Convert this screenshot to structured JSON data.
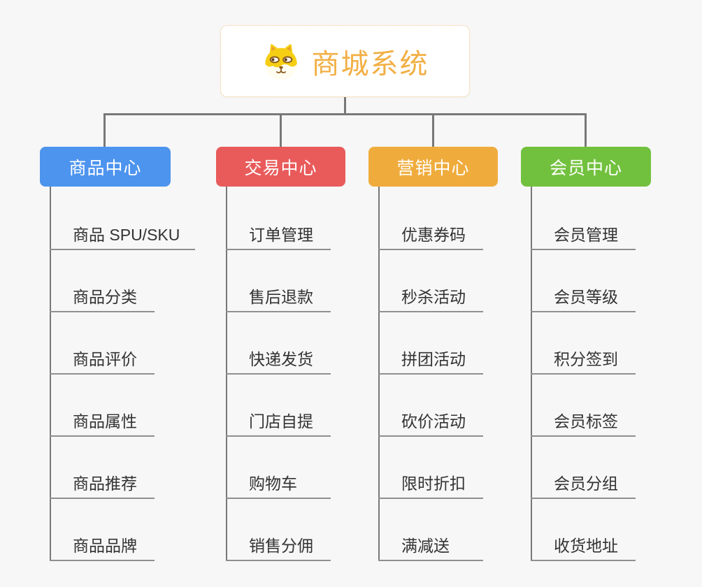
{
  "root": {
    "title": "商城系统",
    "icon": "shiba-dog-face-icon"
  },
  "branches": [
    {
      "label": "商品中心",
      "color": "#4D94EE",
      "children": [
        "商品 SPU/SKU",
        "商品分类",
        "商品评价",
        "商品属性",
        "商品推荐",
        "商品品牌"
      ]
    },
    {
      "label": "交易中心",
      "color": "#E95B5B",
      "children": [
        "订单管理",
        "售后退款",
        "快递发货",
        "门店自提",
        "购物车",
        "销售分佣"
      ]
    },
    {
      "label": "营销中心",
      "color": "#EFAC3D",
      "children": [
        "优惠券码",
        "秒杀活动",
        "拼团活动",
        "砍价活动",
        "限时折扣",
        "满减送"
      ]
    },
    {
      "label": "会员中心",
      "color": "#72C13E",
      "children": [
        "会员管理",
        "会员等级",
        "积分签到",
        "会员标签",
        "会员分组",
        "收货地址"
      ]
    }
  ],
  "colors": {
    "background": "#F7F7F7",
    "connector": "#787878",
    "underline": "#8F8F8F",
    "leaf-text": "#333333",
    "root-text": "#F2AF44",
    "root-border": "#F0C583"
  }
}
